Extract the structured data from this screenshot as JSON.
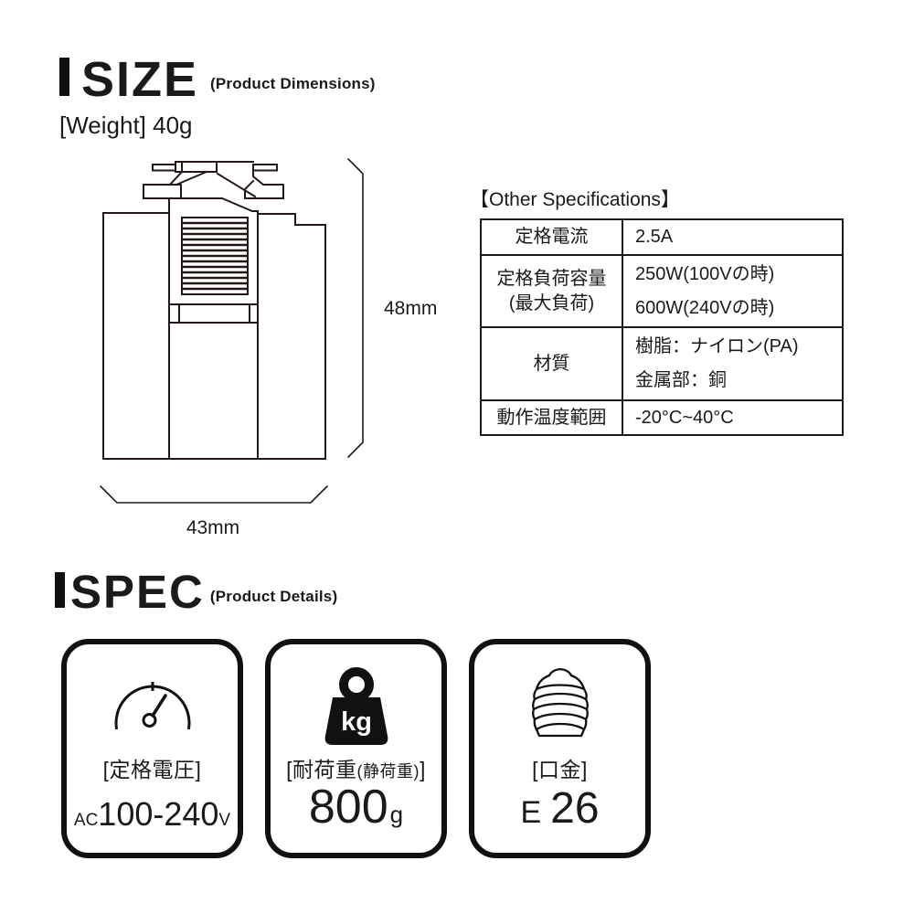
{
  "size_section": {
    "title": "SIZE",
    "subtitle": "(Product Dimensions)",
    "weight_note": "[Weight] 40g",
    "diagram": {
      "height_label": "48mm",
      "width_label": "43mm"
    },
    "other_specs": {
      "heading": "【Other Specifications】",
      "rows": [
        {
          "label": "定格電流",
          "label2": "",
          "value1": "2.5A",
          "value2": ""
        },
        {
          "label": "定格負荷容量",
          "label2": "(最大負荷)",
          "value1": "250W(100Vの時)",
          "value2": "600W(240Vの時)"
        },
        {
          "label": "材質",
          "label2": "",
          "value1": "樹脂：ナイロン(PA)",
          "value2": "金属部：銅"
        },
        {
          "label": "動作温度範囲",
          "label2": "",
          "value1": "-20°C~40°C",
          "value2": ""
        }
      ]
    }
  },
  "spec_section": {
    "title": "SPEC",
    "subtitle": "(Product Details)",
    "cards": [
      {
        "icon": "gauge-icon",
        "label": "[定格電圧]",
        "value_prefix": "AC",
        "value": "100-240",
        "value_suffix": "V"
      },
      {
        "icon": "weight-kg-icon",
        "icon_text": "kg",
        "label_parts": [
          "[耐荷重",
          "(静荷重)",
          "]"
        ],
        "value": "800",
        "value_suffix": "g"
      },
      {
        "icon": "screw-base-icon",
        "label": "[口金]",
        "value_prefix": "E",
        "value": "26"
      }
    ]
  },
  "colors": {
    "ink": "#1a1a1a",
    "line": "#231815",
    "background": "#ffffff"
  }
}
